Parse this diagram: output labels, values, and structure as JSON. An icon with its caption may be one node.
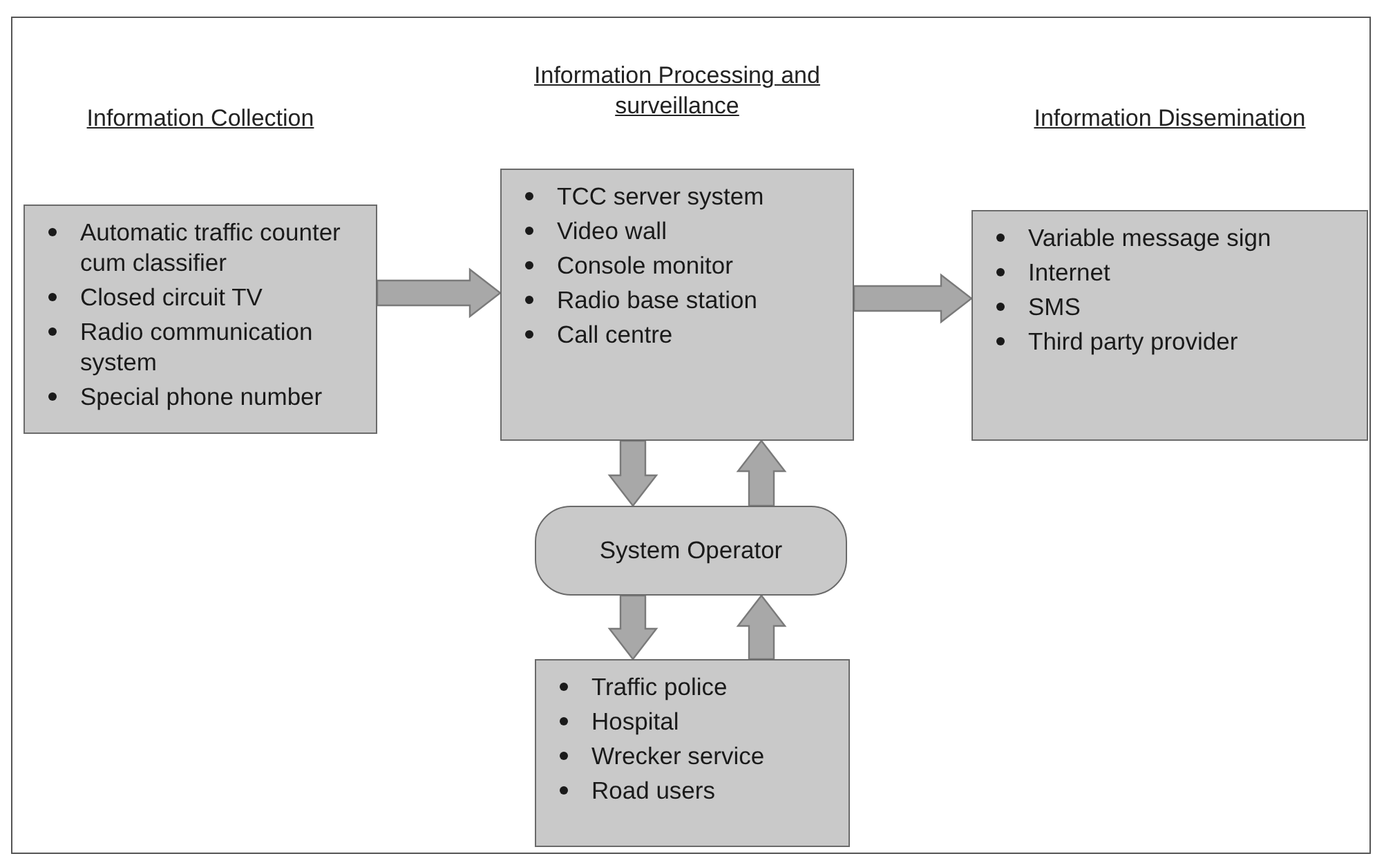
{
  "diagram": {
    "nodes": [
      {
        "text": [
          "Information Collection",
          "Automatic traffic counter cum classifier",
          "Closed circuit TV",
          "Radio communication system",
          "Special phone number"
        ]
      },
      {
        "text": [
          "Information Processing and surveillance",
          "TCC server system",
          "Video wall",
          "Console monitor",
          "Radio base station",
          "Call centre"
        ]
      },
      {
        "text": [
          "Information Dissemination",
          "Variable message sign",
          "Internet",
          "SMS",
          "Third party provider"
        ]
      },
      {
        "text": [
          "System Operator"
        ]
      },
      {
        "text": [
          "Traffic police",
          "Hospital",
          "Wrecker service",
          "Road users"
        ]
      }
    ],
    "edges": [
      {
        "from": 0,
        "to": 1,
        "arrow": "to",
        "style": "thick"
      },
      {
        "from": 1,
        "to": 2,
        "arrow": "to",
        "style": "thick"
      },
      {
        "from": 1,
        "to": 3,
        "arrow": "to",
        "style": "thick"
      },
      {
        "from": 3,
        "to": 1,
        "arrow": "to",
        "style": "thick"
      },
      {
        "from": 3,
        "to": 4,
        "arrow": "to",
        "style": "thick"
      },
      {
        "from": 4,
        "to": 3,
        "arrow": "to",
        "style": "thick"
      }
    ]
  }
}
